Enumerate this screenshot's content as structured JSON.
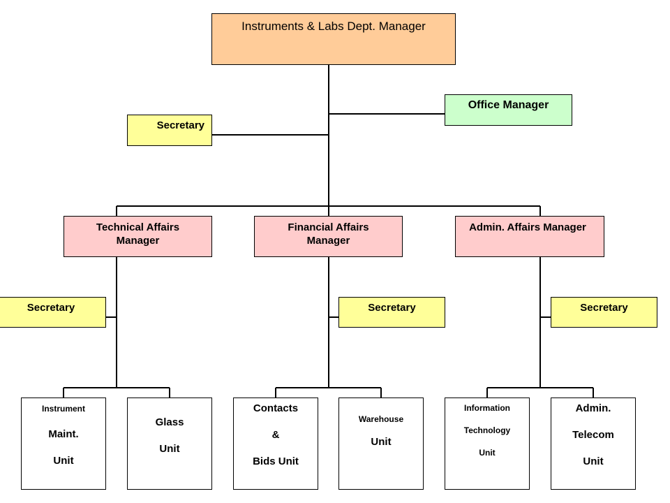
{
  "chart": {
    "top": {
      "label": "Instruments & Labs Dept. Manager",
      "color": "#ffcc99"
    },
    "office_manager": {
      "label": "Office Manager",
      "color": "#ccffcc"
    },
    "top_secretary": {
      "label": "Secretary",
      "color": "#ffff99"
    },
    "managers": [
      {
        "lines": [
          "Technical Affairs",
          "Manager"
        ],
        "color": "#ffcccc",
        "secretary": "Secretary",
        "units": [
          {
            "lines": [
              "Instrument",
              "Maint.",
              "Unit"
            ]
          },
          {
            "lines": [
              "Glass",
              "Unit"
            ]
          }
        ]
      },
      {
        "lines": [
          "Financial Affairs",
          "Manager"
        ],
        "color": "#ffcccc",
        "secretary": "Secretary",
        "units": [
          {
            "lines": [
              "Contacts",
              "&",
              "Bids Unit"
            ]
          },
          {
            "lines": [
              "Warehouse",
              "Unit"
            ]
          }
        ]
      },
      {
        "lines": [
          "Admin. Affairs Manager"
        ],
        "color": "#ffcccc",
        "secretary": "Secretary",
        "units": [
          {
            "lines": [
              "Information",
              "Technology",
              "Unit"
            ]
          },
          {
            "lines": [
              "Admin.",
              "Telecom",
              "Unit"
            ]
          }
        ]
      }
    ],
    "secretary_color": "#ffff99",
    "unit_color": "#ffffff"
  }
}
